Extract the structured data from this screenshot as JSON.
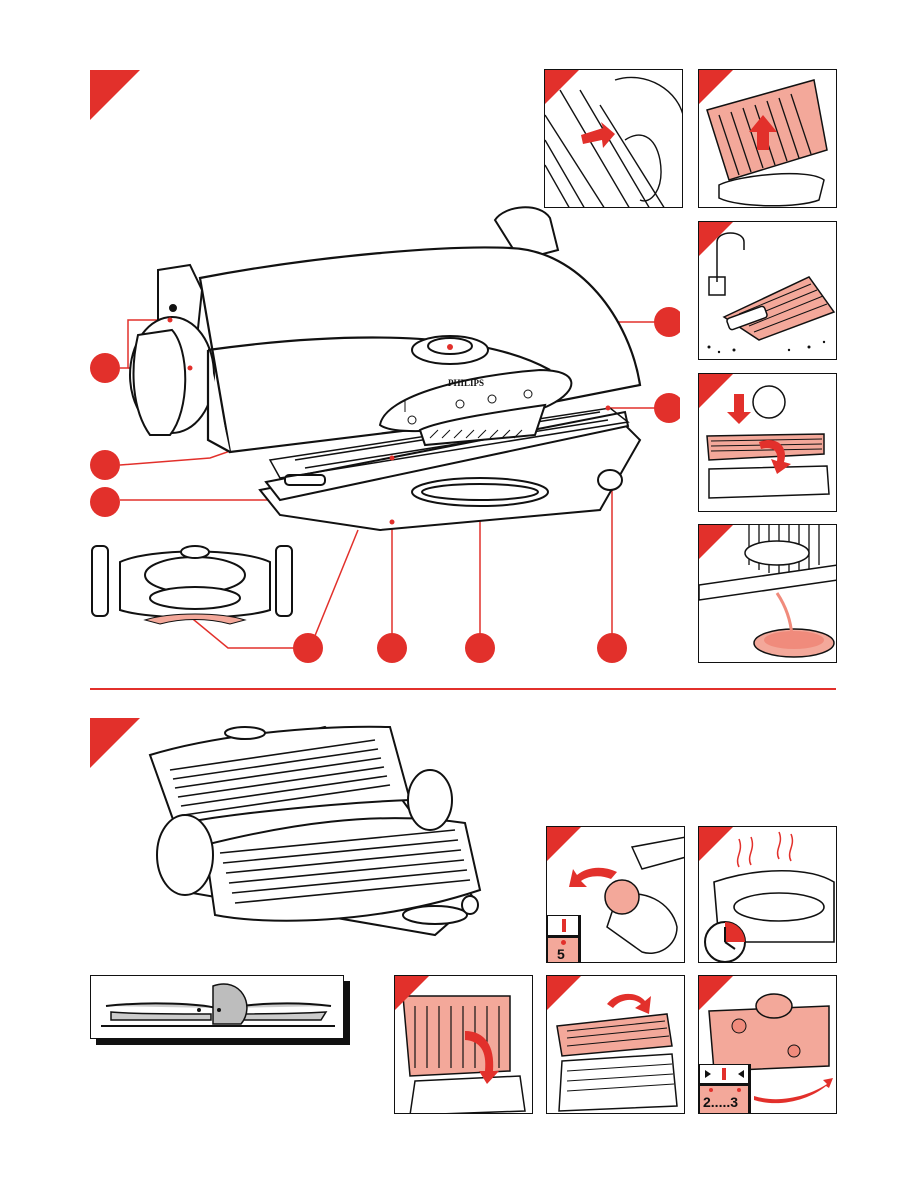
{
  "brand": "PHILIPS",
  "timer_label": "5",
  "setting_range_label": "2.....3",
  "colors": {
    "accent": "#e2302b",
    "salmon": "#f3a89a",
    "line": "#111111"
  },
  "figures": {
    "main_appliance": "contact-grill-closed",
    "opened_appliance": "contact-grill-opened-flat",
    "side_view": "grill-side-profile"
  },
  "icons": [
    "thermometer-icon",
    "clock-icon",
    "faucet-icon",
    "brush-icon",
    "steam-icon"
  ]
}
